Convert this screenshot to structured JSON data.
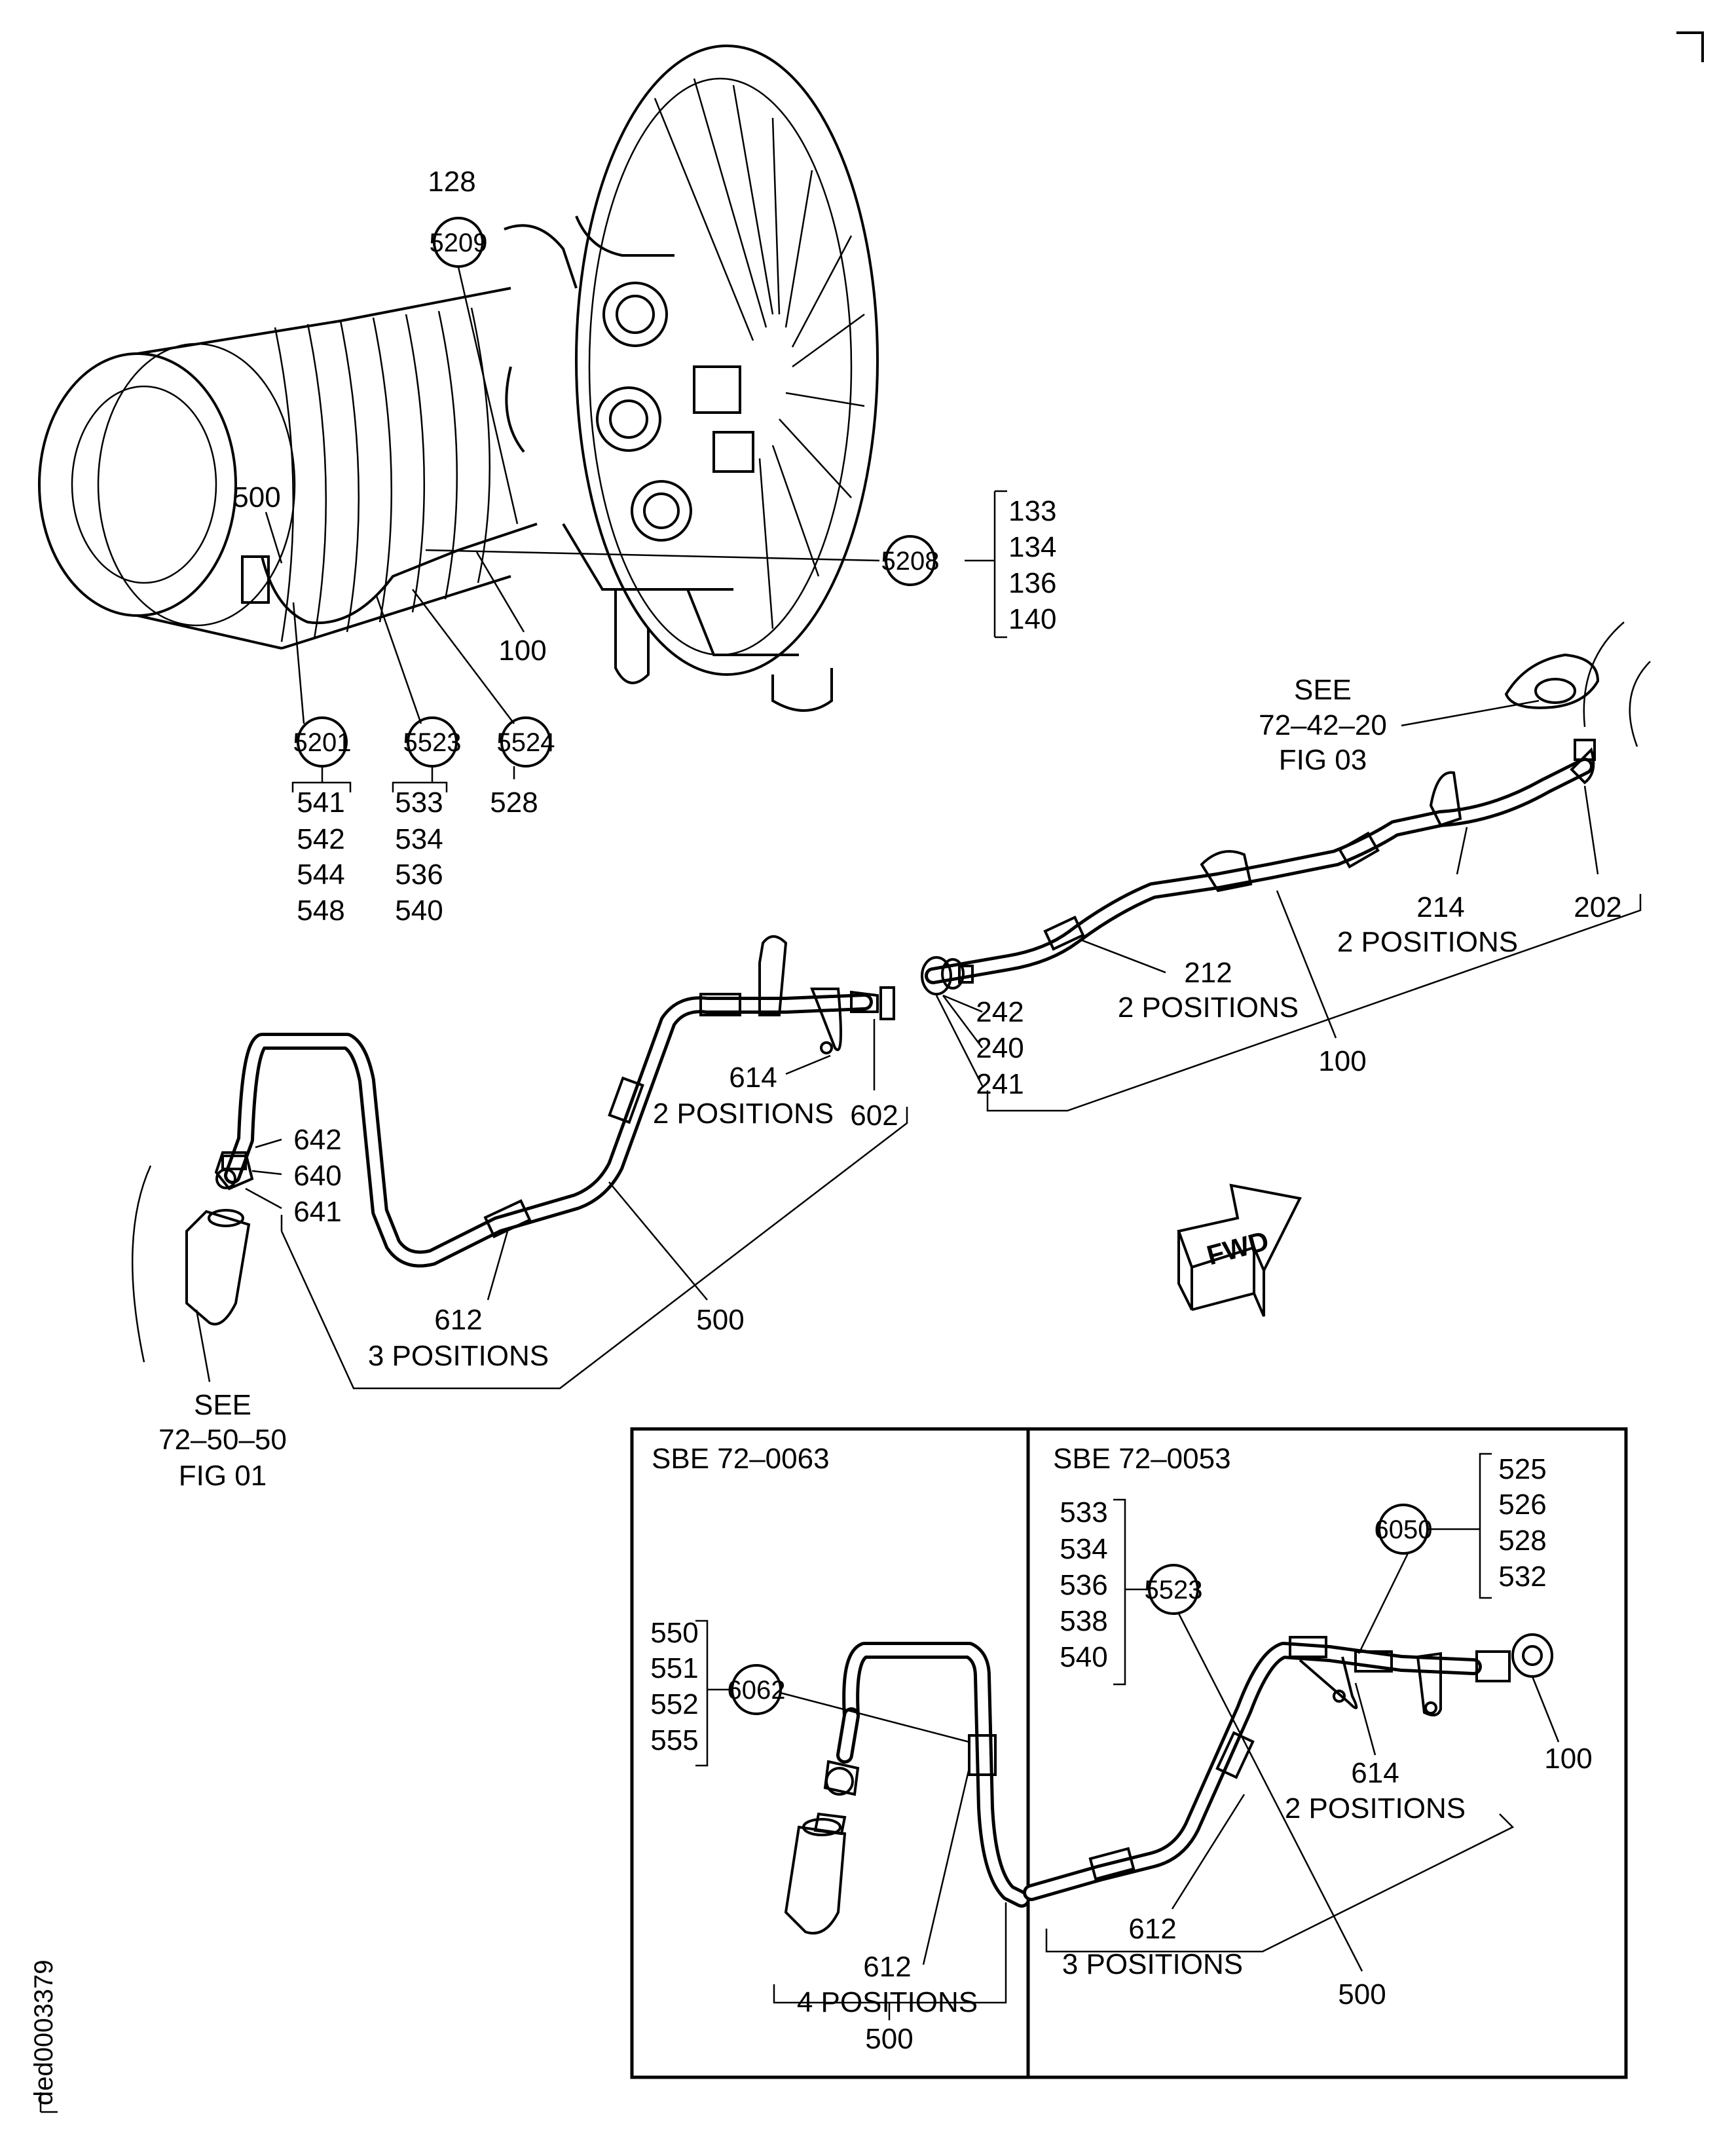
{
  "drawing_id": "ded0003379",
  "engine_callouts": {
    "c128": "128",
    "c5209": "5209",
    "c500": "500",
    "c100": "100",
    "c5208": "5208",
    "c5208_refs": [
      "133",
      "134",
      "136",
      "140"
    ],
    "c5201": "5201",
    "c5201_refs": [
      "541",
      "542",
      "544",
      "548"
    ],
    "c5523": "5523",
    "c5523_refs": [
      "533",
      "534",
      "536",
      "540"
    ],
    "c5524": "5524",
    "c5524_ref": "528"
  },
  "see_refs": {
    "upper": [
      "SEE",
      "72–42–20",
      "FIG 03"
    ],
    "lower": [
      "SEE",
      "72–50–50",
      "FIG 01"
    ]
  },
  "tube_upper": {
    "c202": "202",
    "c214": "214",
    "c214_pos": "2 POSITIONS",
    "c212": "212",
    "c212_pos": "2 POSITIONS",
    "c242": "242",
    "c240": "240",
    "c241": "241",
    "c100": "100"
  },
  "tube_lower": {
    "c614": "614",
    "c614_pos": "2 POSITIONS",
    "c602": "602",
    "c642": "642",
    "c640": "640",
    "c641": "641",
    "c612": "612",
    "c612_pos": "3 POSITIONS",
    "c500": "500"
  },
  "fwd_arrow": "FWD",
  "inset_left": {
    "title": "SBE 72–0063",
    "c6062": "6062",
    "c6062_refs": [
      "550",
      "551",
      "552",
      "555"
    ],
    "c612": "612",
    "c612_pos": "4 POSITIONS",
    "c500": "500"
  },
  "inset_right": {
    "title": "SBE 72–0053",
    "c5523": "5523",
    "c5523_refs": [
      "533",
      "534",
      "536",
      "538",
      "540"
    ],
    "c6050": "6050",
    "c6050_refs": [
      "525",
      "526",
      "528",
      "532"
    ],
    "c614": "614",
    "c614_pos": "2 POSITIONS",
    "c100": "100",
    "c612": "612",
    "c612_pos": "3 POSITIONS",
    "c500": "500"
  }
}
